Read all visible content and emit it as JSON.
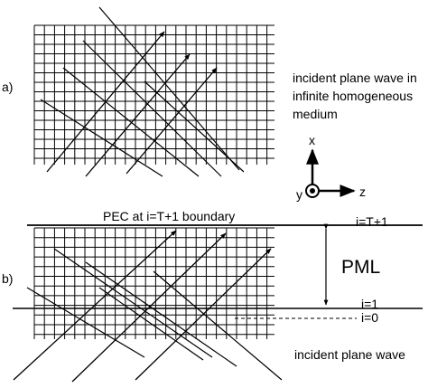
{
  "panel_a": {
    "label": "a)",
    "caption": [
      "incident plane wave in",
      "infinite homogeneous",
      "medium"
    ]
  },
  "axes": {
    "x_label": "x",
    "y_label": "y",
    "z_label": "z"
  },
  "panel_b": {
    "label": "b)",
    "pec_label": "PEC at i=T+1  boundary",
    "top_index_label": "i=T+1",
    "pml_label": "PML",
    "i1_label": "i=1",
    "i0_label": "i=0",
    "caption": "incident plane wave"
  }
}
